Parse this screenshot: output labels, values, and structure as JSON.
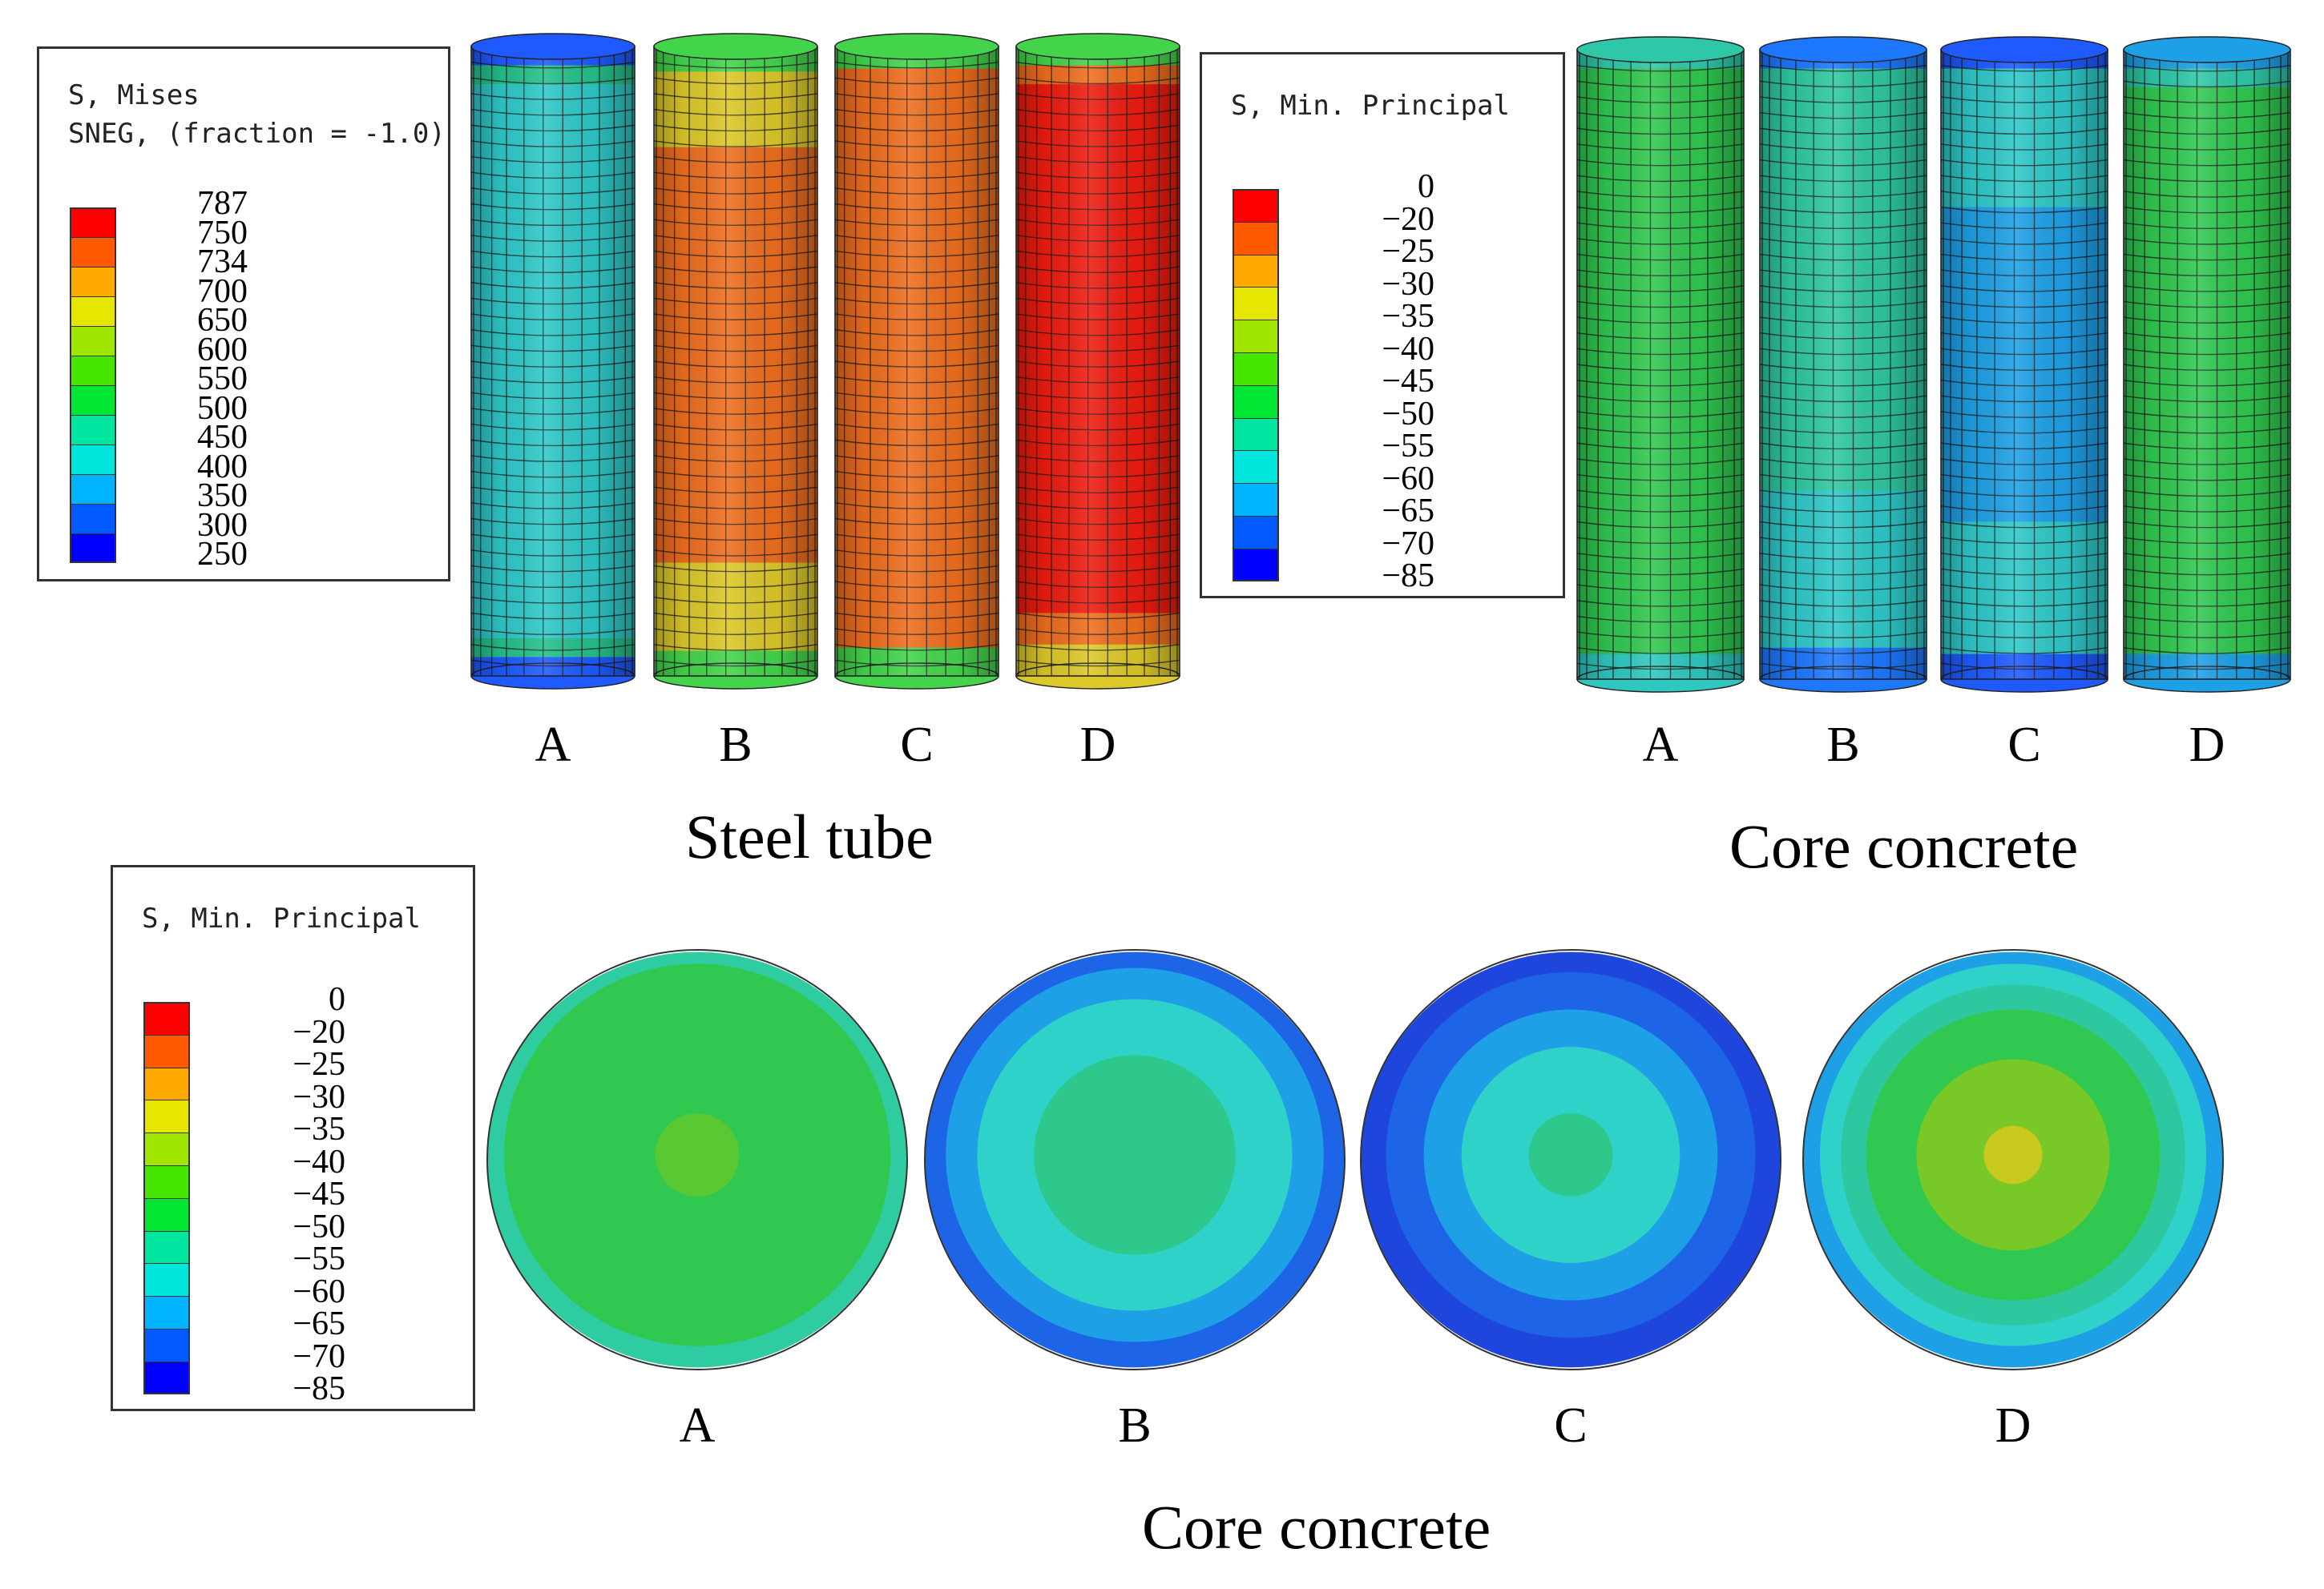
{
  "palette": [
    "#ff0000",
    "#ff5a00",
    "#ffaa00",
    "#e6e600",
    "#a0e600",
    "#46e600",
    "#00e632",
    "#00e6a0",
    "#00e6dc",
    "#00b4ff",
    "#005aff",
    "#0000ff"
  ],
  "legends": {
    "mises": {
      "title_line1": "S, Mises",
      "title_line2": "SNEG, (fraction = -1.0)",
      "values": [
        "787",
        "750",
        "734",
        "700",
        "650",
        "600",
        "550",
        "500",
        "450",
        "400",
        "350",
        "300",
        "250"
      ]
    },
    "min_principal_top": {
      "title_line1": "S, Min. Principal",
      "values": [
        "0",
        "−20",
        "−25",
        "−30",
        "−35",
        "−40",
        "−45",
        "−50",
        "−55",
        "−60",
        "−65",
        "−70",
        "−85"
      ]
    },
    "min_principal_bottom": {
      "title_line1": "S, Min. Principal",
      "values": [
        "0",
        "−20",
        "−25",
        "−30",
        "−35",
        "−40",
        "−45",
        "−50",
        "−55",
        "−60",
        "−65",
        "−70",
        "−85"
      ]
    }
  },
  "steel_tube": {
    "caption": "Steel tube",
    "columns": [
      {
        "label": "A",
        "bands": [
          {
            "from": 0,
            "to": 0.03,
            "color": "#1e5aff"
          },
          {
            "from": 0.03,
            "to": 0.06,
            "color": "#24c08c"
          },
          {
            "from": 0.06,
            "to": 0.94,
            "color": "#2ec8c8"
          },
          {
            "from": 0.94,
            "to": 0.97,
            "color": "#24c08c"
          },
          {
            "from": 0.97,
            "to": 1,
            "color": "#1e5aff"
          }
        ]
      },
      {
        "label": "B",
        "bands": [
          {
            "from": 0,
            "to": 0.04,
            "color": "#44d44c"
          },
          {
            "from": 0.04,
            "to": 0.16,
            "color": "#dcc828"
          },
          {
            "from": 0.16,
            "to": 0.82,
            "color": "#ee6e1e"
          },
          {
            "from": 0.82,
            "to": 0.96,
            "color": "#dcc828"
          },
          {
            "from": 0.96,
            "to": 1,
            "color": "#44d44c"
          }
        ]
      },
      {
        "label": "C",
        "bands": [
          {
            "from": 0,
            "to": 0.035,
            "color": "#44d44c"
          },
          {
            "from": 0.035,
            "to": 0.955,
            "color": "#ee6e1e"
          },
          {
            "from": 0.955,
            "to": 1,
            "color": "#44d44c"
          }
        ]
      },
      {
        "label": "D",
        "bands": [
          {
            "from": 0,
            "to": 0.03,
            "color": "#44d44c"
          },
          {
            "from": 0.03,
            "to": 0.06,
            "color": "#ee6e1e"
          },
          {
            "from": 0.06,
            "to": 0.9,
            "color": "#ee1c10"
          },
          {
            "from": 0.9,
            "to": 0.95,
            "color": "#ee6e1e"
          },
          {
            "from": 0.95,
            "to": 1,
            "color": "#dcc828"
          }
        ]
      }
    ]
  },
  "core_concrete_columns": {
    "caption": "Core concrete",
    "columns": [
      {
        "label": "A",
        "bands": [
          {
            "from": 0,
            "to": 0.03,
            "color": "#2ec8a8"
          },
          {
            "from": 0.03,
            "to": 0.96,
            "color": "#30c850"
          },
          {
            "from": 0.96,
            "to": 1,
            "color": "#2ec8c0"
          }
        ]
      },
      {
        "label": "B",
        "bands": [
          {
            "from": 0,
            "to": 0.03,
            "color": "#1e78ff"
          },
          {
            "from": 0.03,
            "to": 0.7,
            "color": "#2ec8a0"
          },
          {
            "from": 0.7,
            "to": 0.95,
            "color": "#2ec8c8"
          },
          {
            "from": 0.95,
            "to": 1,
            "color": "#1e78ff"
          }
        ]
      },
      {
        "label": "C",
        "bands": [
          {
            "from": 0,
            "to": 0.03,
            "color": "#1e5aff"
          },
          {
            "from": 0.03,
            "to": 0.25,
            "color": "#2ec8c8"
          },
          {
            "from": 0.25,
            "to": 0.75,
            "color": "#1ea0e6"
          },
          {
            "from": 0.75,
            "to": 0.96,
            "color": "#2ec8c8"
          },
          {
            "from": 0.96,
            "to": 1,
            "color": "#1e5aff"
          }
        ]
      },
      {
        "label": "D",
        "bands": [
          {
            "from": 0,
            "to": 0.03,
            "color": "#1ea0e6"
          },
          {
            "from": 0.03,
            "to": 0.06,
            "color": "#2ec8a8"
          },
          {
            "from": 0.06,
            "to": 0.96,
            "color": "#30c850"
          },
          {
            "from": 0.96,
            "to": 1,
            "color": "#1ea0e6"
          }
        ]
      }
    ]
  },
  "core_concrete_sections": {
    "caption": "Core concrete",
    "sections": [
      {
        "label": "A",
        "rings": [
          {
            "r": 1.0,
            "color": "#2ecca0"
          },
          {
            "r": 0.92,
            "color": "#30c850"
          },
          {
            "r": 0.2,
            "color": "#5ac832"
          }
        ]
      },
      {
        "label": "B",
        "rings": [
          {
            "r": 1.0,
            "color": "#1e64e6"
          },
          {
            "r": 0.9,
            "color": "#1ea0e6"
          },
          {
            "r": 0.75,
            "color": "#2ed2c8"
          },
          {
            "r": 0.48,
            "color": "#2ec88c"
          }
        ]
      },
      {
        "label": "C",
        "rings": [
          {
            "r": 1.0,
            "color": "#1e46dc"
          },
          {
            "r": 0.88,
            "color": "#1e64e6"
          },
          {
            "r": 0.7,
            "color": "#1ea0e6"
          },
          {
            "r": 0.52,
            "color": "#2ed2c8"
          },
          {
            "r": 0.2,
            "color": "#2ec88c"
          }
        ]
      },
      {
        "label": "D",
        "rings": [
          {
            "r": 1.0,
            "color": "#1ea0e6"
          },
          {
            "r": 0.92,
            "color": "#2ed2c8"
          },
          {
            "r": 0.82,
            "color": "#2ec8a0"
          },
          {
            "r": 0.7,
            "color": "#30c850"
          },
          {
            "r": 0.46,
            "color": "#78c828"
          },
          {
            "r": 0.14,
            "color": "#c8c81e"
          }
        ]
      }
    ]
  }
}
